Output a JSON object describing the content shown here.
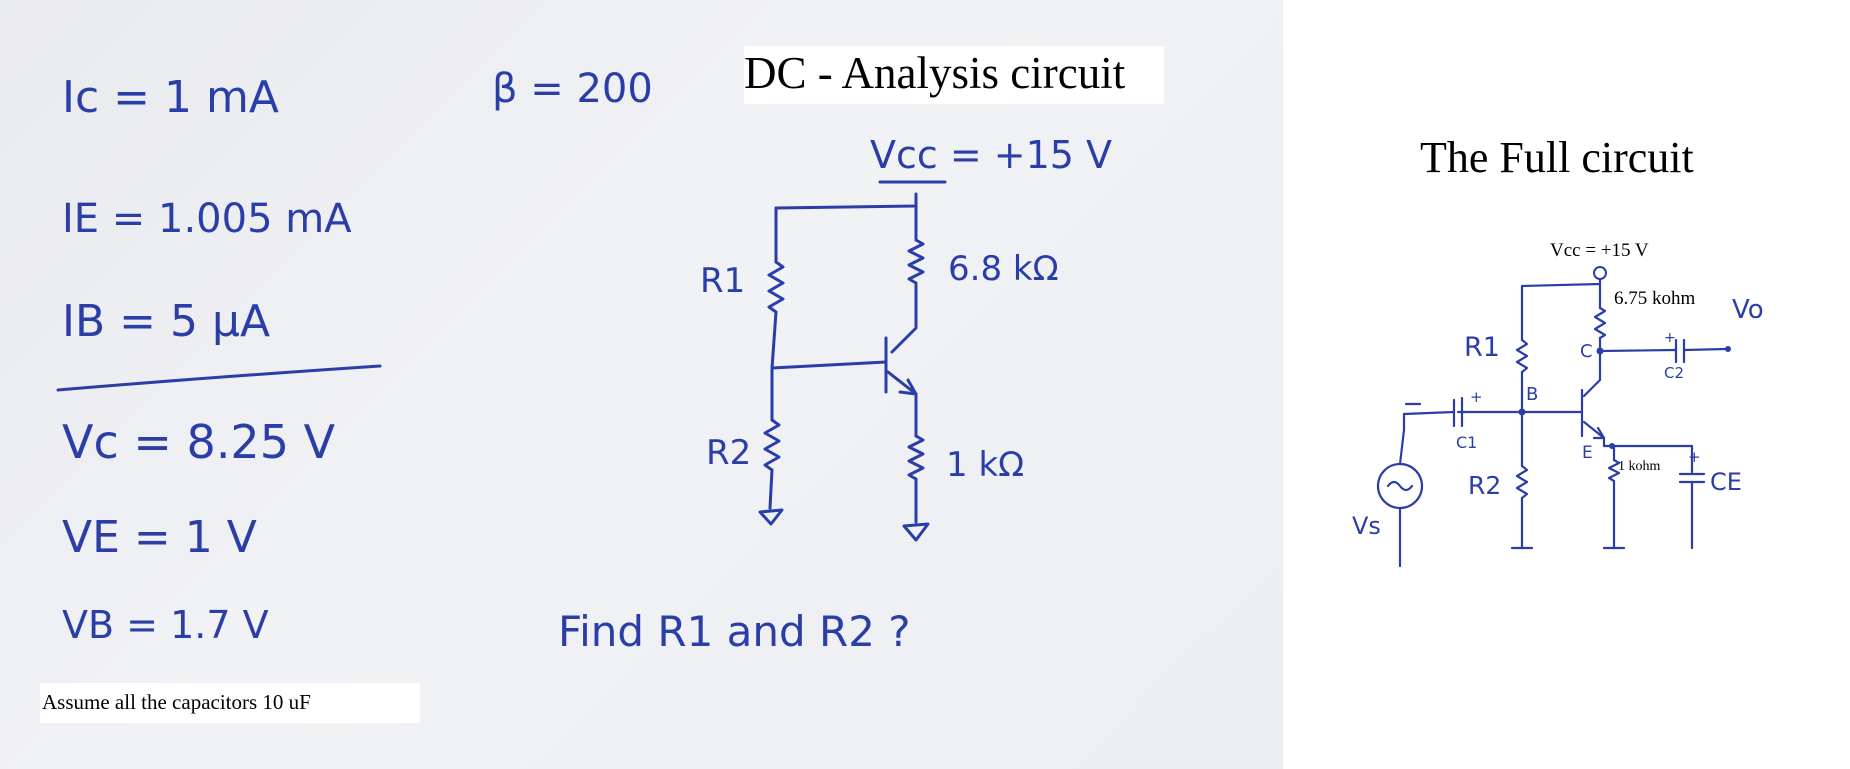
{
  "left_notes": {
    "ic": "Ic = 1 mA",
    "ie": "IE = 1.005 mA",
    "ib": "IB = 5 μA",
    "vc": "Vc = 8.25 V",
    "ve": "VE = 1 V",
    "vb": "VB = 1.7 V",
    "capacitors_note": "Assume all the capacitors 10 uF"
  },
  "beta": "β = 200",
  "dc_circuit": {
    "title": "DC - Analysis circuit",
    "vcc": "Vcc = +15 V",
    "r1": "R1",
    "r2": "R2",
    "rc": "6.8 kΩ",
    "re": "1 kΩ",
    "question": "Find R1 and R2 ?"
  },
  "full_circuit": {
    "title": "The Full circuit",
    "vcc": "Vcc = +15 V",
    "rc": "6.75 kohm",
    "re": "1 kohm",
    "vo": "Vo",
    "vs": "Vs",
    "r1": "R1",
    "r2": "R2",
    "c1": "C1",
    "c2": "C2",
    "ce": "CE",
    "node_b": "B",
    "node_c": "C",
    "node_e": "E"
  },
  "colors": {
    "ink": "#2b3ea8",
    "paper": "#eceef1",
    "typed": "#000000"
  }
}
